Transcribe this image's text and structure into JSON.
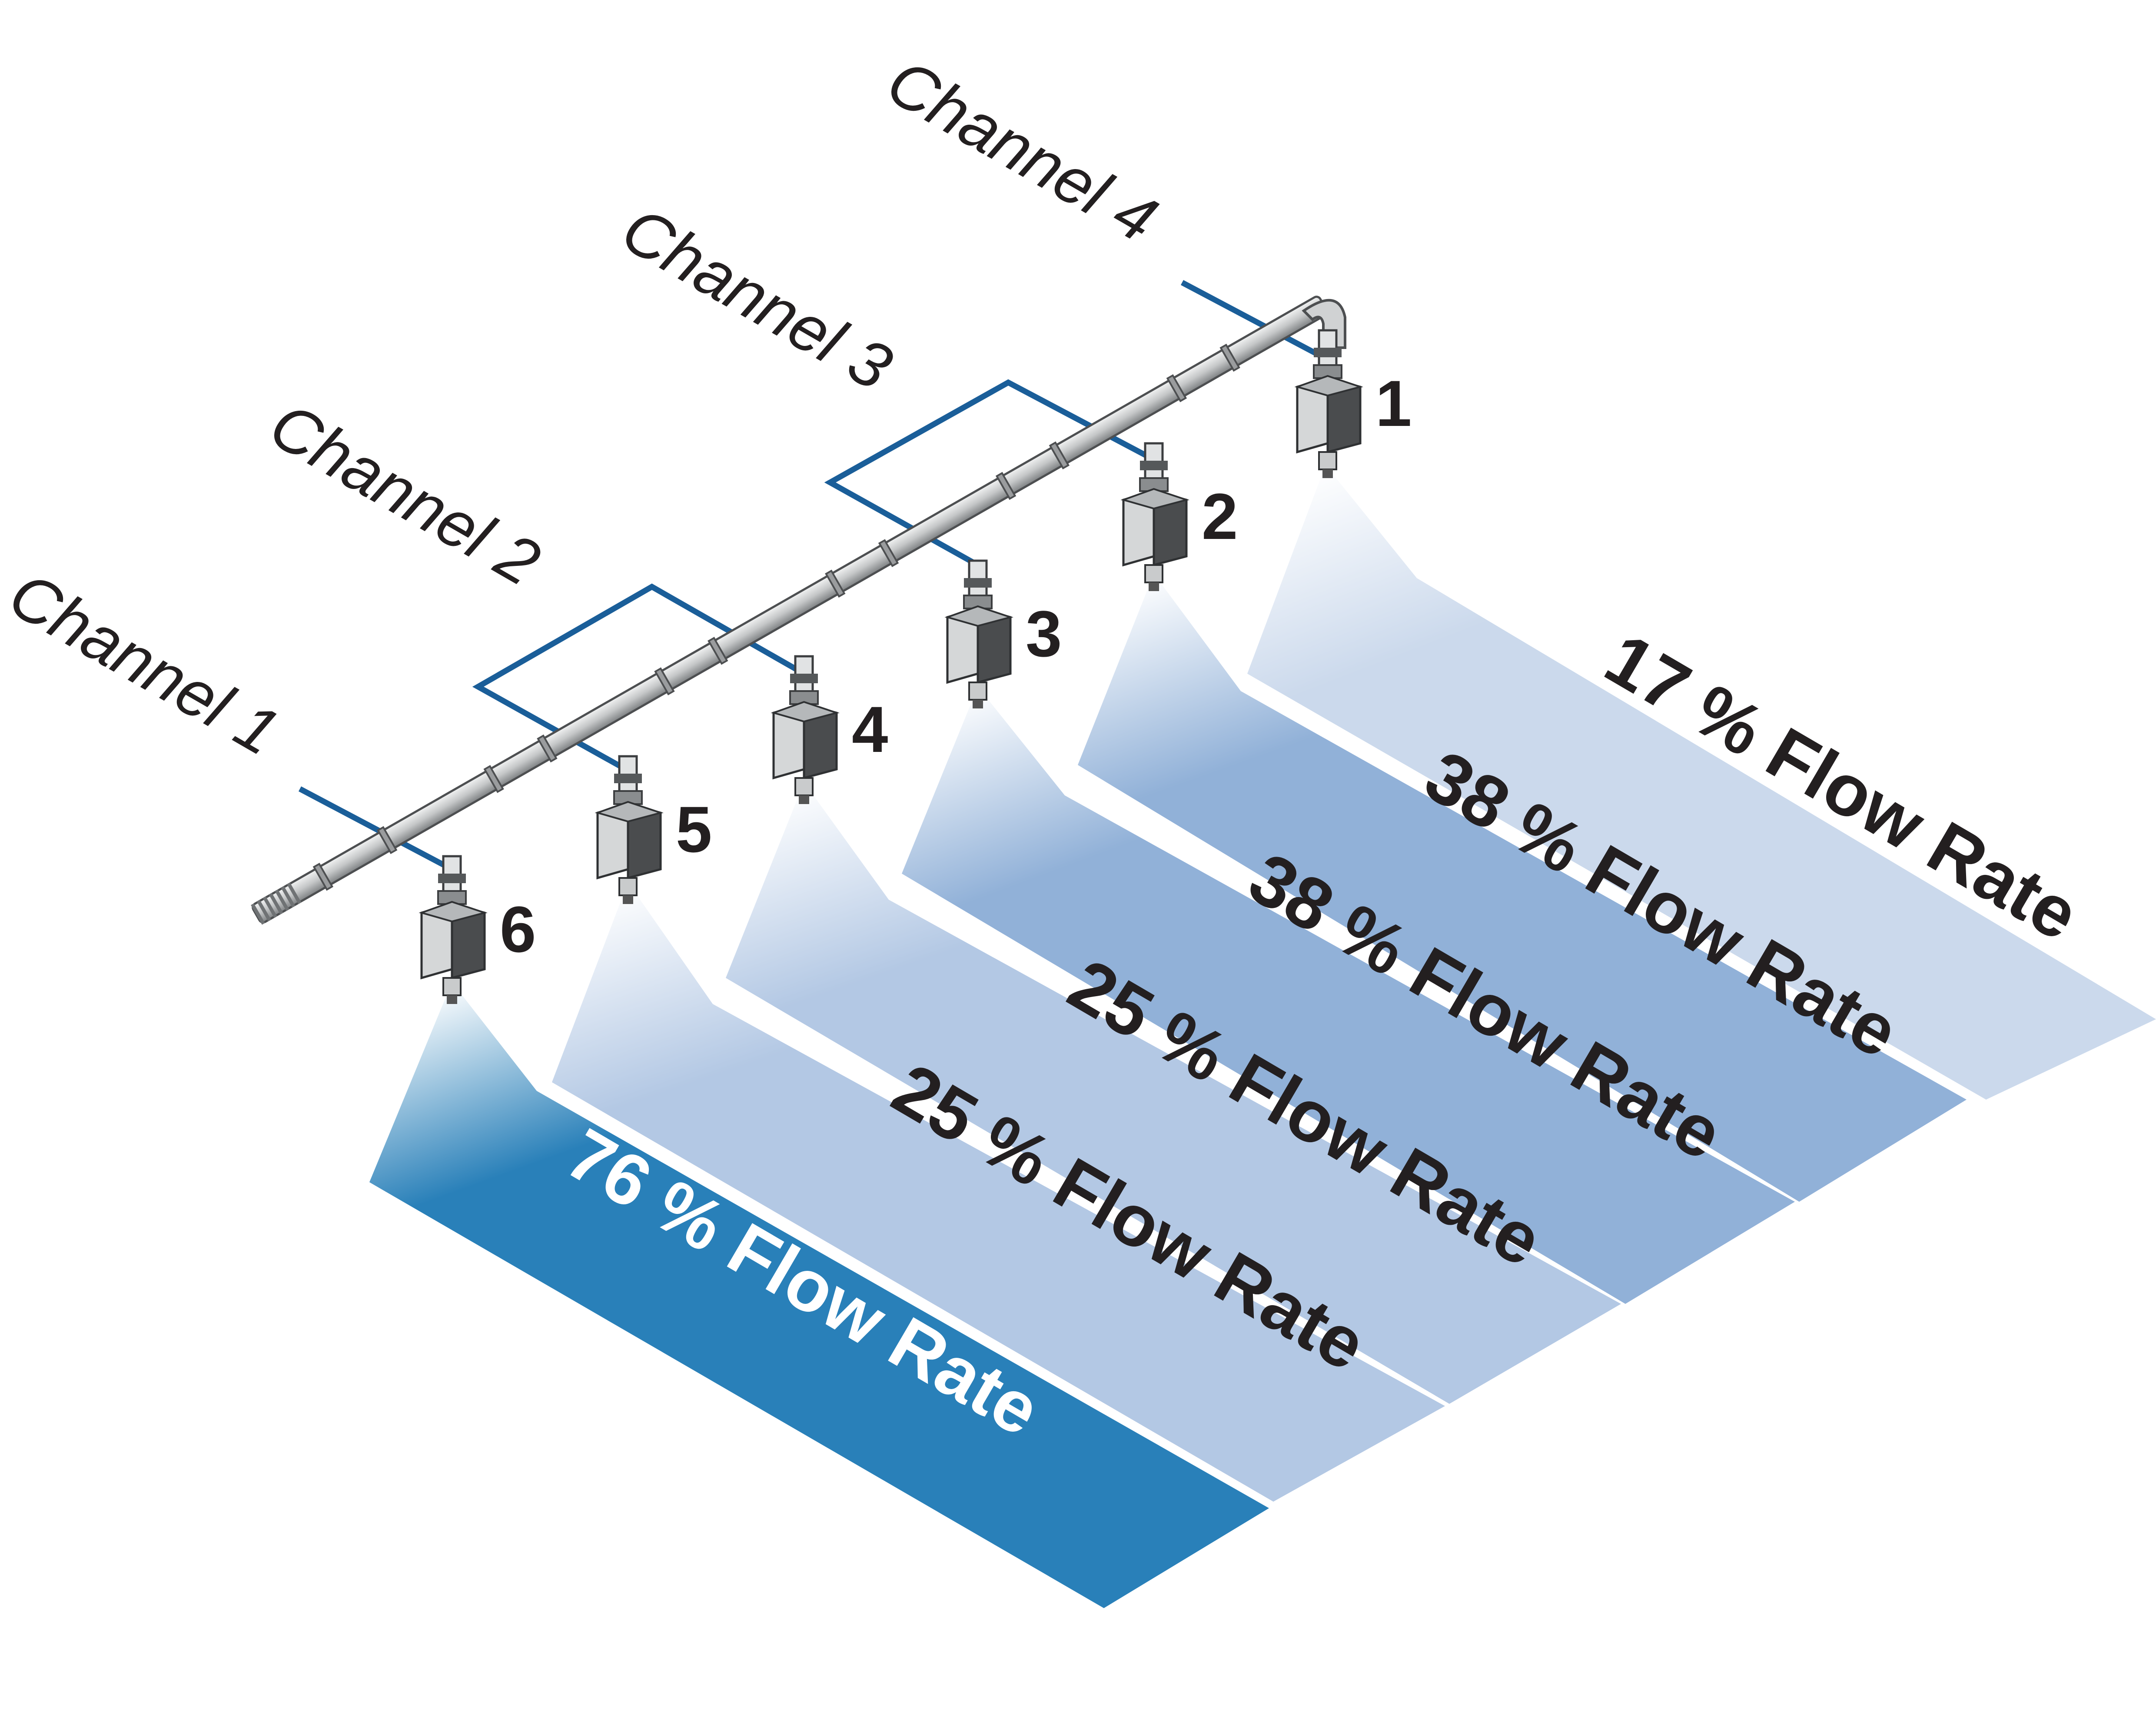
{
  "channels": [
    {
      "label": "Channel 1"
    },
    {
      "label": "Channel 2"
    },
    {
      "label": "Channel 3"
    },
    {
      "label": "Channel 4"
    }
  ],
  "nozzles": [
    {
      "number": "1"
    },
    {
      "number": "2"
    },
    {
      "number": "3"
    },
    {
      "number": "4"
    },
    {
      "number": "5"
    },
    {
      "number": "6"
    }
  ],
  "flow_bands": [
    {
      "text": "17 % Flow Rate",
      "color": "#cbd9ec",
      "text_color": "#231f20"
    },
    {
      "text": "38 % Flow Rate",
      "color": "#91b1d8",
      "text_color": "#231f20"
    },
    {
      "text": "38 % Flow Rate",
      "color": "#91b1d8",
      "text_color": "#231f20"
    },
    {
      "text": "25 % Flow Rate",
      "color": "#b3c8e4",
      "text_color": "#231f20"
    },
    {
      "text": "25 % Flow Rate",
      "color": "#b3c8e4",
      "text_color": "#231f20"
    },
    {
      "text": "76 % Flow Rate",
      "color": "#2980b9",
      "text_color": "#ffffff"
    }
  ],
  "colors": {
    "channel_line": "#1a5e99",
    "pipe": "#c9cbcc",
    "nozzle_light": "#d5d7d8",
    "nozzle_dark": "#4a4c4e"
  }
}
